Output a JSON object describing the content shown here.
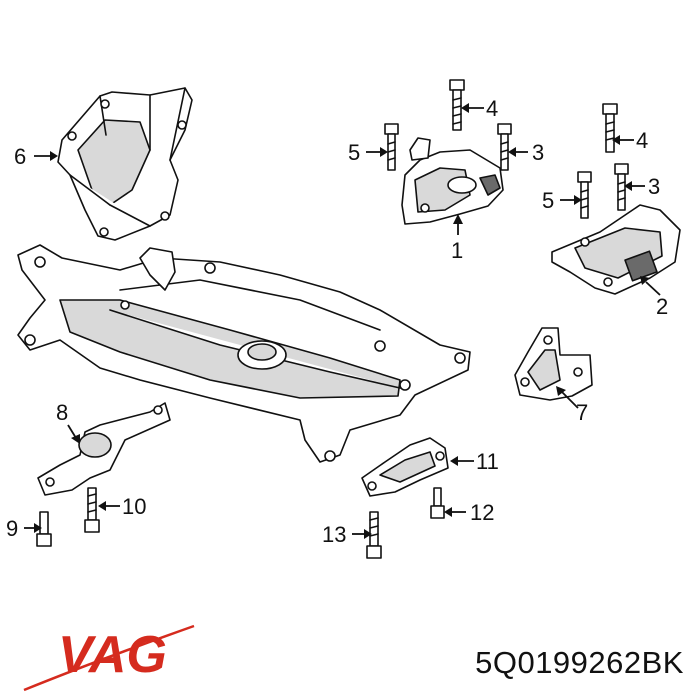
{
  "callouts": [
    "1",
    "2",
    "3",
    "3",
    "4",
    "4",
    "5",
    "5",
    "6",
    "7",
    "8",
    "9",
    "10",
    "11",
    "12",
    "13"
  ],
  "brand": {
    "logo_text": "VAG",
    "color": "#d52b1e"
  },
  "part_number": "5Q0199262BK"
}
